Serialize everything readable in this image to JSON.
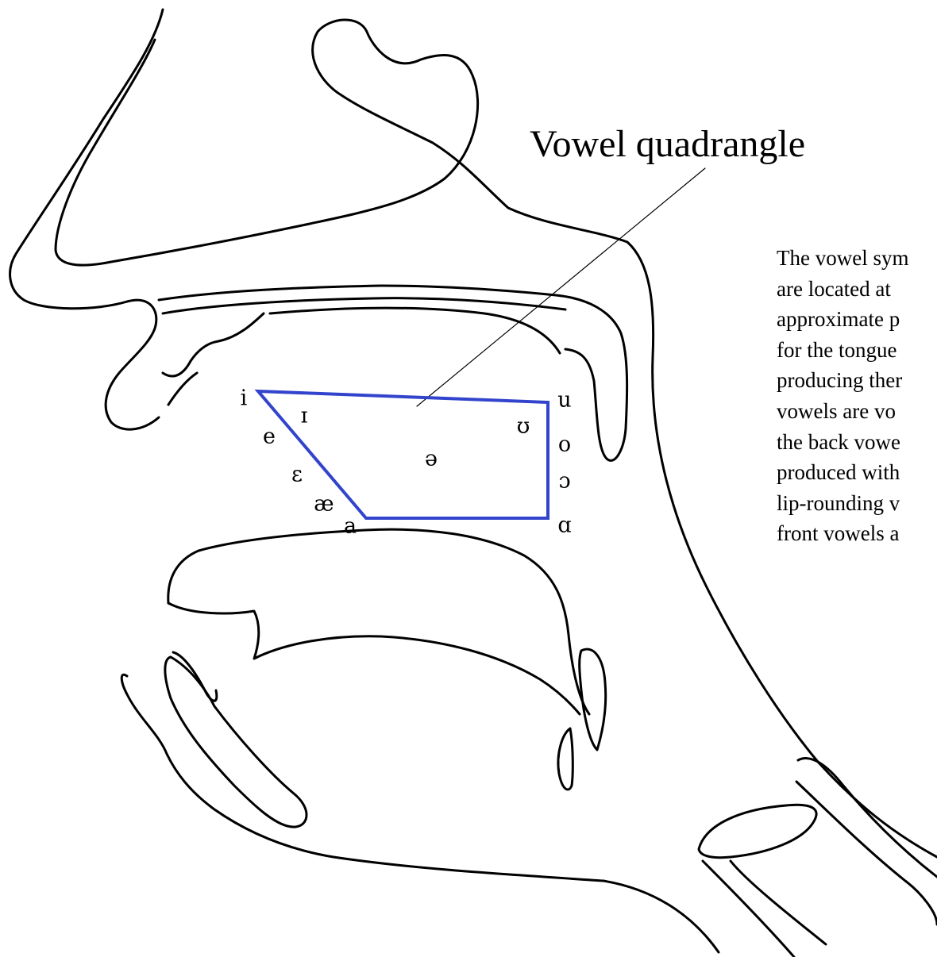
{
  "title": "Vowel quadrangle",
  "caption_lines": [
    "The vowel sym",
    "are located at",
    "approximate p",
    "for the tongue",
    "producing ther",
    "vowels are vo",
    "the back vowe",
    "produced with",
    "lip-rounding v",
    "front vowels a"
  ],
  "vowels": {
    "i": "i",
    "small_i": "ɪ",
    "e": "e",
    "epsilon": "ɛ",
    "ae": "æ",
    "a": "a",
    "schwa": "ə",
    "u": "u",
    "upsilon": "ʊ",
    "o": "o",
    "open_o": "ɔ",
    "script_a": "ɑ"
  },
  "colors": {
    "quadrangle": "#3344cc",
    "outline": "#000000",
    "background": "#ffffff"
  }
}
